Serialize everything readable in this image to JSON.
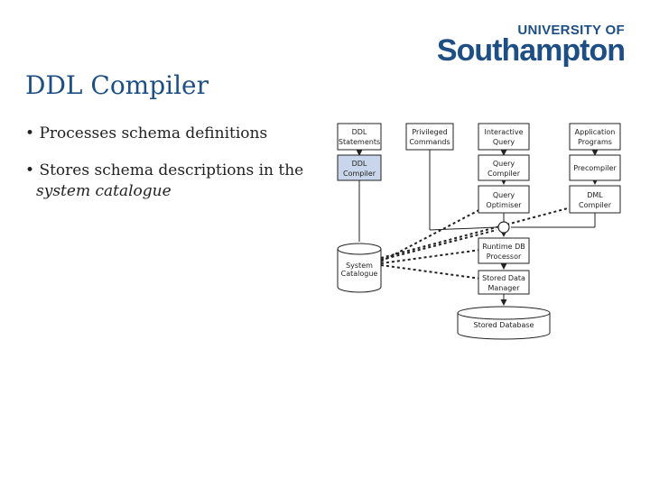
{
  "logo": {
    "top": "UNIVERSITY OF",
    "main": "Southampton"
  },
  "title": "DDL Compiler",
  "bullets": {
    "b1": "Processes schema definitions",
    "b2_text": "Stores schema descriptions in the",
    "b2_em": "system catalogue"
  },
  "diagram": {
    "ddl_statements": [
      "DDL",
      "Statements"
    ],
    "privileged_commands": [
      "Privileged",
      "Commands"
    ],
    "interactive_query": [
      "Interactive",
      "Query"
    ],
    "application_programs": [
      "Application",
      "Programs"
    ],
    "ddl_compiler": [
      "DDL",
      "Compiler"
    ],
    "query_compiler": [
      "Query",
      "Compiler"
    ],
    "precompiler": [
      "Precompiler"
    ],
    "query_optimiser": [
      "Query",
      "Optimiser"
    ],
    "dml_compiler": [
      "DML",
      "Compiler"
    ],
    "runtime_db_processor": [
      "Runtime DB",
      "Processor"
    ],
    "system_catalogue": [
      "System",
      "Catalogue"
    ],
    "stored_data_manager": [
      "Stored Data",
      "Manager"
    ],
    "stored_database": [
      "Stored Database"
    ]
  }
}
